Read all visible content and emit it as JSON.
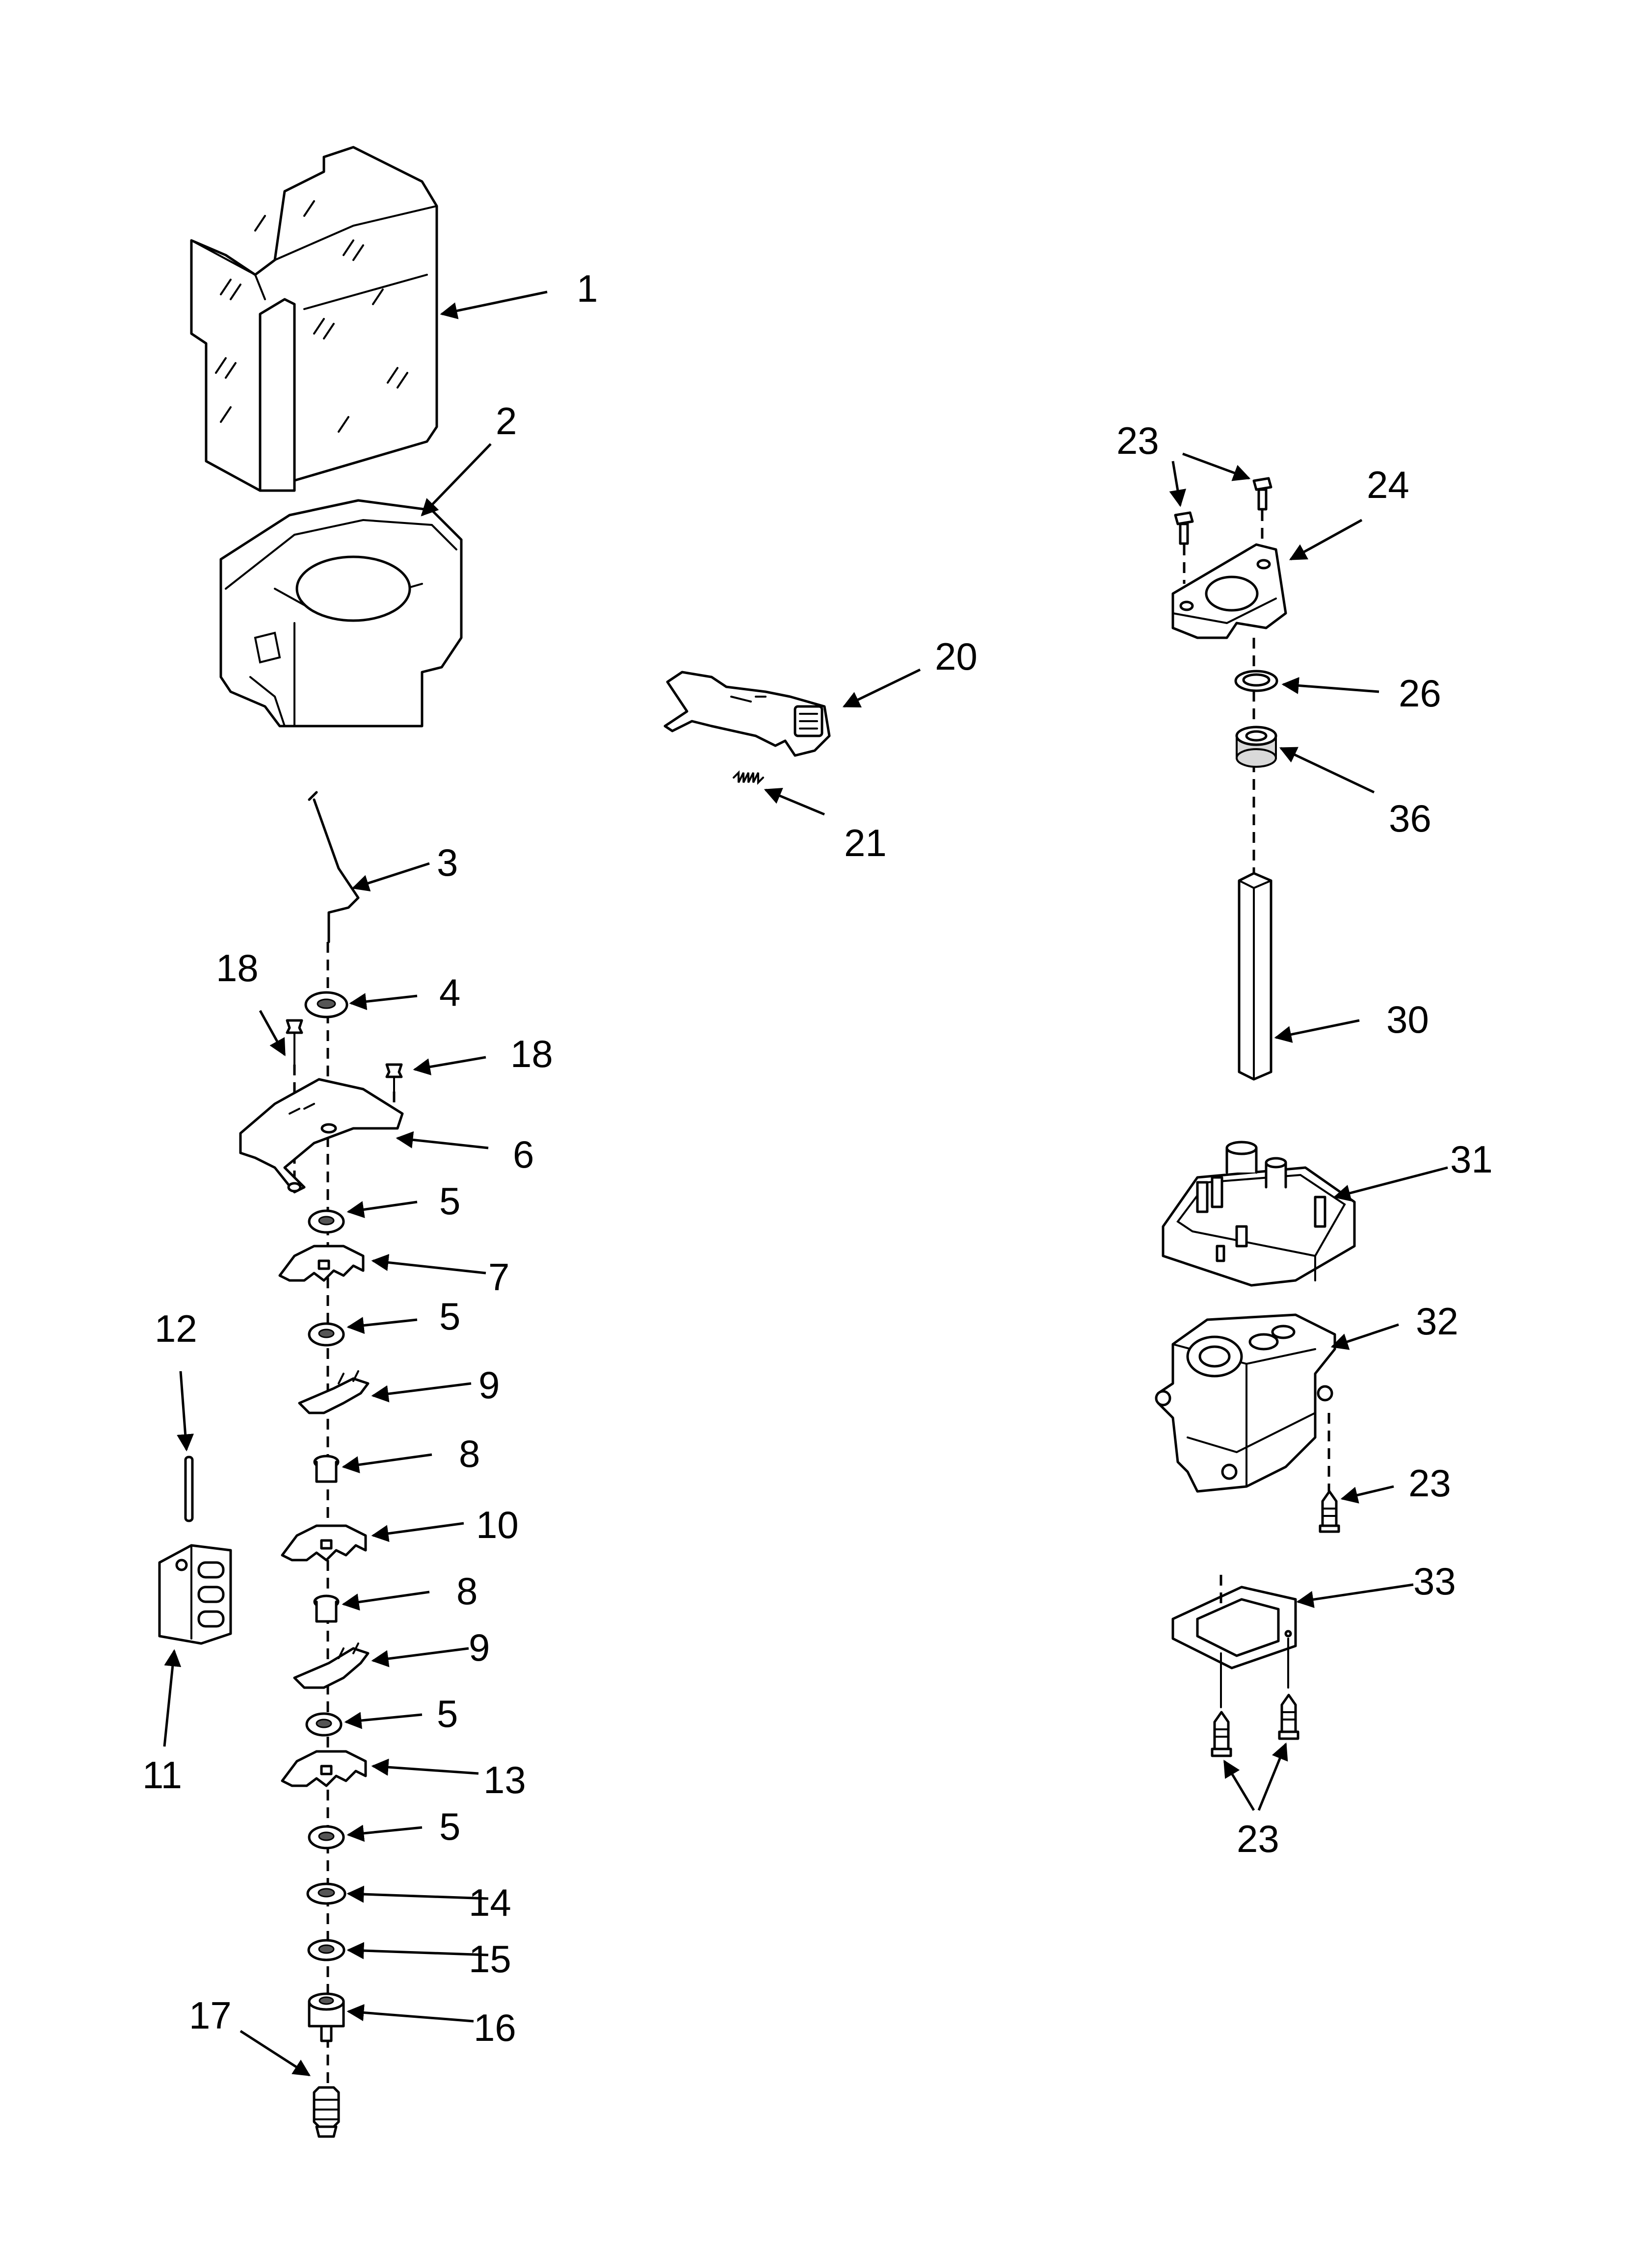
{
  "callouts": [
    {
      "id": "c1",
      "text": "1"
    },
    {
      "id": "c2",
      "text": "2"
    },
    {
      "id": "c3",
      "text": "3"
    },
    {
      "id": "c4",
      "text": "4"
    },
    {
      "id": "c18a",
      "text": "18"
    },
    {
      "id": "c18b",
      "text": "18"
    },
    {
      "id": "c6",
      "text": "6"
    },
    {
      "id": "c5a",
      "text": "5"
    },
    {
      "id": "c7",
      "text": "7"
    },
    {
      "id": "c5b",
      "text": "5"
    },
    {
      "id": "c9a",
      "text": "9"
    },
    {
      "id": "c8a",
      "text": "8"
    },
    {
      "id": "c10",
      "text": "10"
    },
    {
      "id": "c8b",
      "text": "8"
    },
    {
      "id": "c9b",
      "text": "9"
    },
    {
      "id": "c5c",
      "text": "5"
    },
    {
      "id": "c13",
      "text": "13"
    },
    {
      "id": "c5d",
      "text": "5"
    },
    {
      "id": "c14",
      "text": "14"
    },
    {
      "id": "c15",
      "text": "15"
    },
    {
      "id": "c16",
      "text": "16"
    },
    {
      "id": "c17",
      "text": "17"
    },
    {
      "id": "c12",
      "text": "12"
    },
    {
      "id": "c11",
      "text": "11"
    },
    {
      "id": "c20",
      "text": "20"
    },
    {
      "id": "c21",
      "text": "21"
    },
    {
      "id": "c23a",
      "text": "23"
    },
    {
      "id": "c24",
      "text": "24"
    },
    {
      "id": "c26",
      "text": "26"
    },
    {
      "id": "c36",
      "text": "36"
    },
    {
      "id": "c30",
      "text": "30"
    },
    {
      "id": "c31",
      "text": "31"
    },
    {
      "id": "c32",
      "text": "32"
    },
    {
      "id": "c23b",
      "text": "23"
    },
    {
      "id": "c33",
      "text": "33"
    },
    {
      "id": "c23c",
      "text": "23"
    }
  ]
}
